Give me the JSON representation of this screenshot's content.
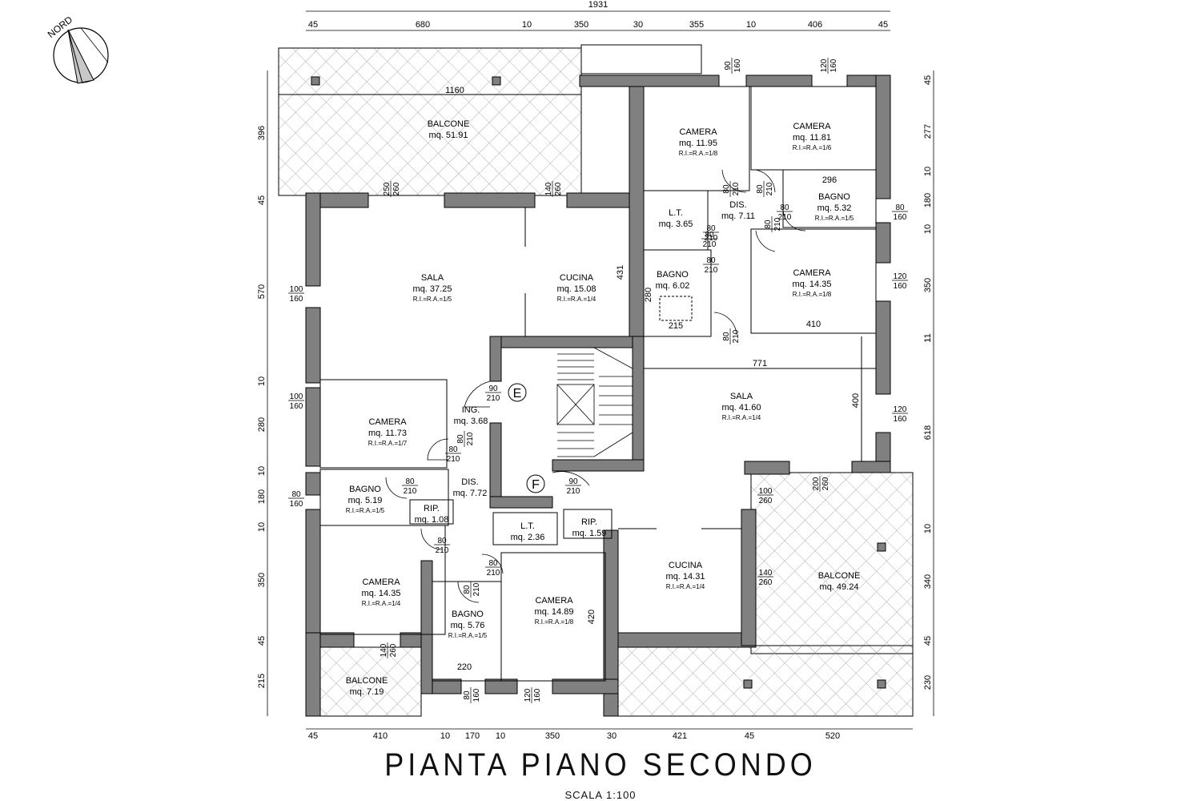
{
  "title": "PIANTA  PIANO  SECONDO",
  "scale": "SCALA  1:100",
  "north_label": "NORD",
  "colors": {
    "wall": "#808080",
    "line": "#000000",
    "hatch": "#9a9a9a"
  },
  "rooms": [
    {
      "id": "balcone-n",
      "name": "BALCONE",
      "area": "mq.  51.91",
      "ratio": ""
    },
    {
      "id": "sala-w",
      "name": "SALA",
      "area": "mq.  37.25",
      "ratio": "R.I.=R.A.=1/5"
    },
    {
      "id": "cucina-w",
      "name": "CUCINA",
      "area": "mq.  15.08",
      "ratio": "R.I.=R.A.=1/4"
    },
    {
      "id": "camera-ne1",
      "name": "CAMERA",
      "area": "mq.  11.95",
      "ratio": "R.I.=R.A.=1/8"
    },
    {
      "id": "camera-ne2",
      "name": "CAMERA",
      "area": "mq.  11.81",
      "ratio": "R.I.=R.A.=1/6"
    },
    {
      "id": "bagno-ne",
      "name": "BAGNO",
      "area": "mq.  5.32",
      "ratio": "R.I.=R.A.=1/5"
    },
    {
      "id": "lt-e",
      "name": "L.T.",
      "area": "mq.  3.65",
      "ratio": ""
    },
    {
      "id": "dis-e",
      "name": "DIS.",
      "area": "mq.  7.11",
      "ratio": ""
    },
    {
      "id": "bagno-e",
      "name": "BAGNO",
      "area": "mq.  6.02",
      "ratio": ""
    },
    {
      "id": "camera-e",
      "name": "CAMERA",
      "area": "mq.  14.35",
      "ratio": "R.I.=R.A.=1/8"
    },
    {
      "id": "sala-e",
      "name": "SALA",
      "area": "mq.  41.60",
      "ratio": "R.I.=R.A.=1/4"
    },
    {
      "id": "camera-w1",
      "name": "CAMERA",
      "area": "mq.  11.73",
      "ratio": "R.I.=R.A.=1/7"
    },
    {
      "id": "ing",
      "name": "ING.",
      "area": "mq.  3.68",
      "ratio": ""
    },
    {
      "id": "bagno-w1",
      "name": "BAGNO",
      "area": "mq.  5.19",
      "ratio": "R.I.=R.A.=1/5"
    },
    {
      "id": "rip-w",
      "name": "RIP.",
      "area": "mq.  1.08",
      "ratio": ""
    },
    {
      "id": "dis-w",
      "name": "DIS.",
      "area": "mq.  7.72",
      "ratio": ""
    },
    {
      "id": "lt-c",
      "name": "L.T.",
      "area": "mq.  2.36",
      "ratio": ""
    },
    {
      "id": "rip-c",
      "name": "RIP.",
      "area": "mq.  1.59",
      "ratio": ""
    },
    {
      "id": "camera-sw",
      "name": "CAMERA",
      "area": "mq.  14.35",
      "ratio": "R.I.=R.A.=1/4"
    },
    {
      "id": "bagno-s",
      "name": "BAGNO",
      "area": "mq.  5.76",
      "ratio": "R.I.=R.A.=1/5"
    },
    {
      "id": "camera-s",
      "name": "CAMERA",
      "area": "mq.  14.89",
      "ratio": "R.I.=R.A.=1/8"
    },
    {
      "id": "cucina-e",
      "name": "CUCINA",
      "area": "mq.  14.31",
      "ratio": "R.I.=R.A.=1/4"
    },
    {
      "id": "balcone-se",
      "name": "BALCONE",
      "area": "mq.  49.24",
      "ratio": ""
    },
    {
      "id": "balcone-sw",
      "name": "BALCONE",
      "area": "mq.  7.19",
      "ratio": ""
    }
  ],
  "stairs": {
    "label_e": "E",
    "label_f": "F"
  },
  "dim_top_total": "1931",
  "dim_top": [
    "45",
    "680",
    "10",
    "350",
    "30",
    "355",
    "10",
    "406",
    "45"
  ],
  "dim_bottom": [
    "45",
    "410",
    "10",
    "170",
    "10",
    "350",
    "30",
    "421",
    "45",
    "520"
  ],
  "dim_left": [
    "396",
    "45",
    "570",
    "10",
    "280",
    "10",
    "180",
    "10",
    "350",
    "45",
    "215"
  ],
  "dim_right": [
    "45",
    "277",
    "10",
    "180",
    "10",
    "350",
    "11",
    "618",
    "10",
    "340",
    "45",
    "230"
  ],
  "interior_dims": [
    "1160",
    "296",
    "410",
    "771",
    "431",
    "280",
    "215",
    "400",
    "420",
    "220"
  ],
  "openings": [
    [
      "250",
      "260"
    ],
    [
      "140",
      "260"
    ],
    [
      "90",
      "160"
    ],
    [
      "120",
      "160"
    ],
    [
      "80",
      "160"
    ],
    [
      "120",
      "160"
    ],
    [
      "120",
      "160"
    ],
    [
      "100",
      "160"
    ],
    [
      "100",
      "160"
    ],
    [
      "80",
      "160"
    ],
    [
      "140",
      "260"
    ],
    [
      "80",
      "160"
    ],
    [
      "120",
      "160"
    ],
    [
      "200",
      "260"
    ],
    [
      "100",
      "260"
    ],
    [
      "140",
      "260"
    ],
    [
      "80",
      "210"
    ],
    [
      "80",
      "210"
    ],
    [
      "80",
      "210"
    ],
    [
      "80",
      "210"
    ],
    [
      "80",
      "210"
    ],
    [
      "80",
      "210"
    ],
    [
      "80",
      "210"
    ],
    [
      "90",
      "210"
    ],
    [
      "80",
      "210"
    ],
    [
      "80",
      "210"
    ],
    [
      "80",
      "210"
    ],
    [
      "80",
      "210"
    ],
    [
      "80",
      "210"
    ],
    [
      "80",
      "210"
    ],
    [
      "90",
      "210"
    ],
    [
      "80",
      "210"
    ]
  ]
}
